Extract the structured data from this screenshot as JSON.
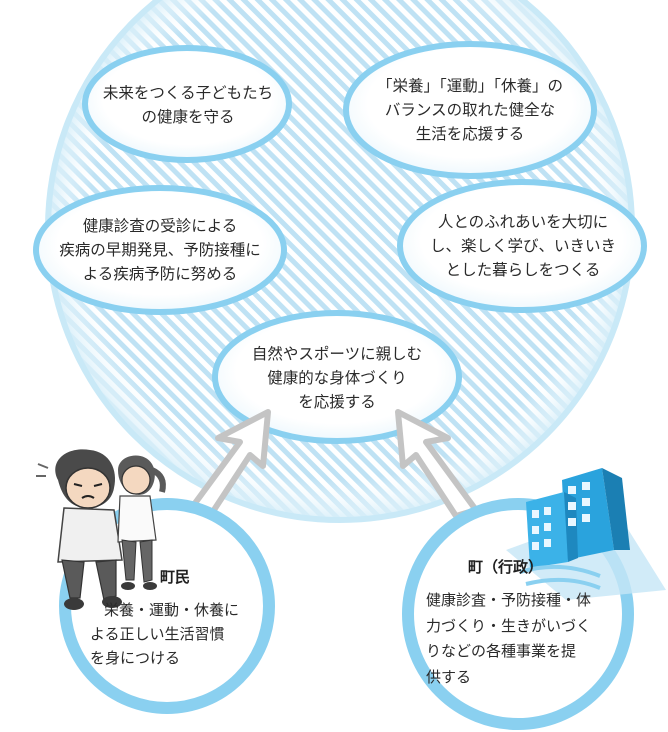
{
  "diagram": {
    "goals": [
      {
        "id": "future-children",
        "lines": [
          "未来をつくる子どもたち",
          "の健康を守る"
        ]
      },
      {
        "id": "balance",
        "lines": [
          "「栄養」「運動」「休養」の",
          "バランスの取れた健全な",
          "生活を応援する"
        ]
      },
      {
        "id": "checkup",
        "lines": [
          "健康診査の受診による",
          "疾病の早期発見、予防接種に",
          "よる疾病予防に努める"
        ]
      },
      {
        "id": "connection",
        "lines": [
          "人とのふれあいを大切に",
          "し、楽しく学び、いきいき",
          "とした暮らしをつくる"
        ]
      },
      {
        "id": "nature-sports",
        "lines": [
          "自然やスポーツに親しむ",
          "健康的な身体づくり",
          "を応援する"
        ]
      }
    ],
    "actors": [
      {
        "id": "residents",
        "title": "町民",
        "lines": [
          "栄養・運動・休養に",
          "よる正しい生活習慣",
          "を身につける"
        ]
      },
      {
        "id": "town",
        "title": "町（行政）",
        "lines": [
          "健康診査・予防接種・体",
          "力づくり・生きがいづく",
          "りなどの各種事業を提",
          "供する"
        ]
      }
    ]
  },
  "colors": {
    "ring": "#8ad0f0",
    "ring_light": "#c7e8f7",
    "hatch": "#b8dff3",
    "arrow": "#c4c4c4",
    "building": "#2aa3dd"
  },
  "icons": [
    "children-illustration",
    "building-illustration"
  ]
}
